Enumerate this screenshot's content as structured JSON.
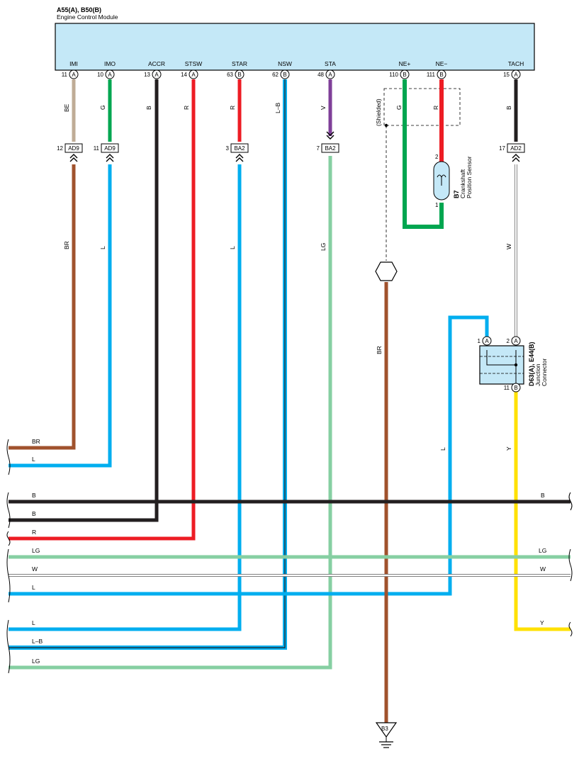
{
  "ecm": {
    "title": "A55(A), B50(B)",
    "subtitle": "Engine Control Module",
    "terminals": [
      {
        "name": "IMI",
        "pin": "11",
        "cavity": "A"
      },
      {
        "name": "IMO",
        "pin": "10",
        "cavity": "A"
      },
      {
        "name": "ACCR",
        "pin": "13",
        "cavity": "A"
      },
      {
        "name": "STSW",
        "pin": "14",
        "cavity": "A"
      },
      {
        "name": "STAR",
        "pin": "63",
        "cavity": "B"
      },
      {
        "name": "NSW",
        "pin": "62",
        "cavity": "B"
      },
      {
        "name": "STA",
        "pin": "48",
        "cavity": "A"
      },
      {
        "name": "NE+",
        "pin": "110",
        "cavity": "B"
      },
      {
        "name": "NE−",
        "pin": "111",
        "cavity": "B"
      },
      {
        "name": "TACH",
        "pin": "15",
        "cavity": "A"
      }
    ]
  },
  "colors": {
    "BE": "#bfac96",
    "G": "#00a650",
    "B": "#231f20",
    "R": "#ed1c24",
    "L": "#00aeef",
    "V": "#7f3f98",
    "BR": "#a0522d",
    "LG": "#86cfa2",
    "W": "#ffffff",
    "Y": "#ffe100",
    "ecm_fill": "#c4e8f7"
  },
  "upper_wires": [
    {
      "from": "IMI",
      "code": "BE"
    },
    {
      "from": "IMO",
      "code": "G"
    },
    {
      "from": "ACCR",
      "code": "B"
    },
    {
      "from": "STSW",
      "code": "R"
    },
    {
      "from": "STAR",
      "code": "R"
    },
    {
      "from": "NSW",
      "code": "L–B"
    },
    {
      "from": "STA",
      "code": "V"
    },
    {
      "from": "NE+",
      "code": "G"
    },
    {
      "from": "NE−",
      "code": "R"
    },
    {
      "from": "TACH",
      "code": "B"
    }
  ],
  "shield_label": "(Shielded)",
  "connectors": [
    {
      "pin": "12",
      "name": "AD9"
    },
    {
      "pin": "11",
      "name": "AD9"
    },
    {
      "pin": "3",
      "name": "BA2"
    },
    {
      "pin": "7",
      "name": "BA2"
    },
    {
      "pin": "17",
      "name": "AD2"
    }
  ],
  "lower_wires": [
    {
      "code": "BR"
    },
    {
      "code": "L"
    },
    {
      "code": "L"
    },
    {
      "code": "LG"
    },
    {
      "code": "W"
    }
  ],
  "crank_sensor": {
    "id": "B7",
    "line1": "Crankshaft",
    "line2": "Position Sensor",
    "pin_top": "2",
    "pin_bottom": "1"
  },
  "ground_wire": {
    "code": "BR"
  },
  "ground": {
    "id": "B3"
  },
  "junction": {
    "id": "D63(A), E44(B)",
    "line1": "Junction",
    "line2": "Connector",
    "pins": [
      {
        "pin": "1",
        "cavity": "A"
      },
      {
        "pin": "2",
        "cavity": "A"
      },
      {
        "pin": "11",
        "cavity": "B"
      }
    ],
    "wire_in": "L",
    "wire_out": "Y"
  },
  "bus_wires": [
    {
      "code": "BR",
      "right_code": ""
    },
    {
      "code": "L",
      "right_code": ""
    },
    {
      "code": "B",
      "right_code": "B"
    },
    {
      "code": "B",
      "right_code": ""
    },
    {
      "code": "R",
      "right_code": ""
    },
    {
      "code": "LG",
      "right_code": "LG"
    },
    {
      "code": "W",
      "right_code": "W"
    },
    {
      "code": "L",
      "right_code": ""
    },
    {
      "code": "L",
      "right_code": "Y"
    },
    {
      "code": "L–B",
      "right_code": ""
    },
    {
      "code": "LG",
      "right_code": ""
    }
  ]
}
